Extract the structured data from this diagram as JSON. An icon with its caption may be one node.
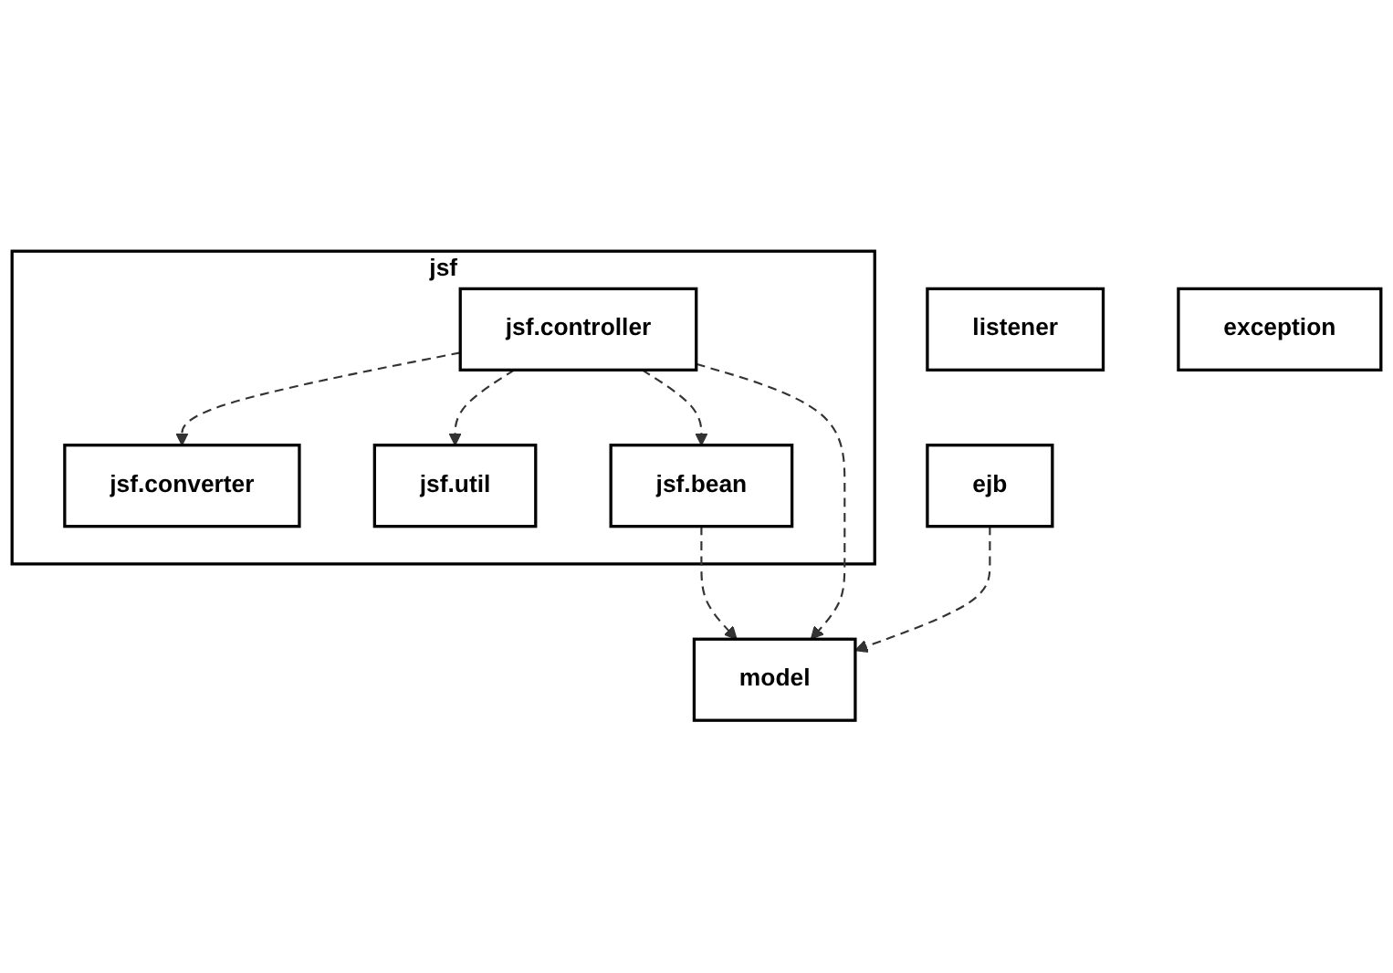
{
  "diagram": {
    "nodes": [
      {
        "text": [
          "jsf"
        ]
      },
      {
        "text": [
          "jsf.converter"
        ],
        "in": 0
      },
      {
        "text": [
          "jsf.controller"
        ],
        "in": 0
      },
      {
        "text": [
          "jsf.util"
        ],
        "in": 0
      },
      {
        "text": [
          "jsf.bean"
        ],
        "in": 0
      },
      {
        "text": [
          "ejb"
        ]
      },
      {
        "text": [
          "model"
        ]
      },
      {
        "text": [
          "listener"
        ]
      },
      {
        "text": [
          "exception"
        ]
      }
    ],
    "edges": [
      {
        "from": 2,
        "to": 1,
        "arrow": "to",
        "style": "dashed"
      },
      {
        "from": 2,
        "to": 3,
        "arrow": "to",
        "style": "dashed"
      },
      {
        "from": 2,
        "to": 4,
        "arrow": "to",
        "style": "dashed"
      },
      {
        "from": 2,
        "to": 6,
        "arrow": "to",
        "style": "dashed"
      },
      {
        "from": 5,
        "to": 6,
        "arrow": "to",
        "style": "dashed"
      },
      {
        "from": 4,
        "to": 6,
        "arrow": "to",
        "style": "dashed"
      }
    ]
  }
}
